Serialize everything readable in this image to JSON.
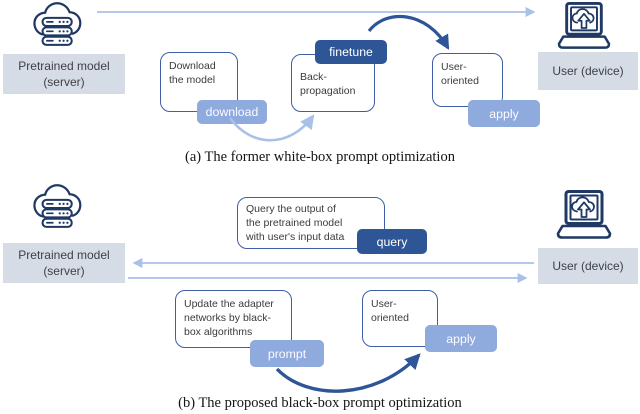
{
  "labels": {
    "server": "Pretrained model\n(server)",
    "user": "User (device)"
  },
  "section_a": {
    "caption": "(a) The former white-box prompt optimization",
    "box_download": "Download\nthe model",
    "badge_download": "download",
    "badge_finetune": "finetune",
    "box_backprop": "Back-\npropagation",
    "box_user_oriented": "User-\noriented",
    "badge_apply": "apply"
  },
  "section_b": {
    "caption": "(b) The proposed black-box prompt optimization",
    "box_query": "Query the output of\nthe pretrained model\nwith user's input data",
    "badge_query": "query",
    "box_update": "Update the adapter\nnetworks by black-\nbox algorithms",
    "badge_prompt": "prompt",
    "box_user_oriented": "User-\noriented",
    "badge_apply": "apply"
  },
  "theme_colors": {
    "badge-dark": "#2E5596",
    "badge-light": "#8FAADC",
    "label-bg": "#D6DCE5",
    "box-border": "#3F5EA8",
    "arrow-light": "#A9C1E8",
    "arrow-dark": "#2E5597",
    "icon-stroke": "#1F3864"
  },
  "icons": {
    "server": "cloud-server-icon",
    "user": "laptop-upload-icon"
  }
}
